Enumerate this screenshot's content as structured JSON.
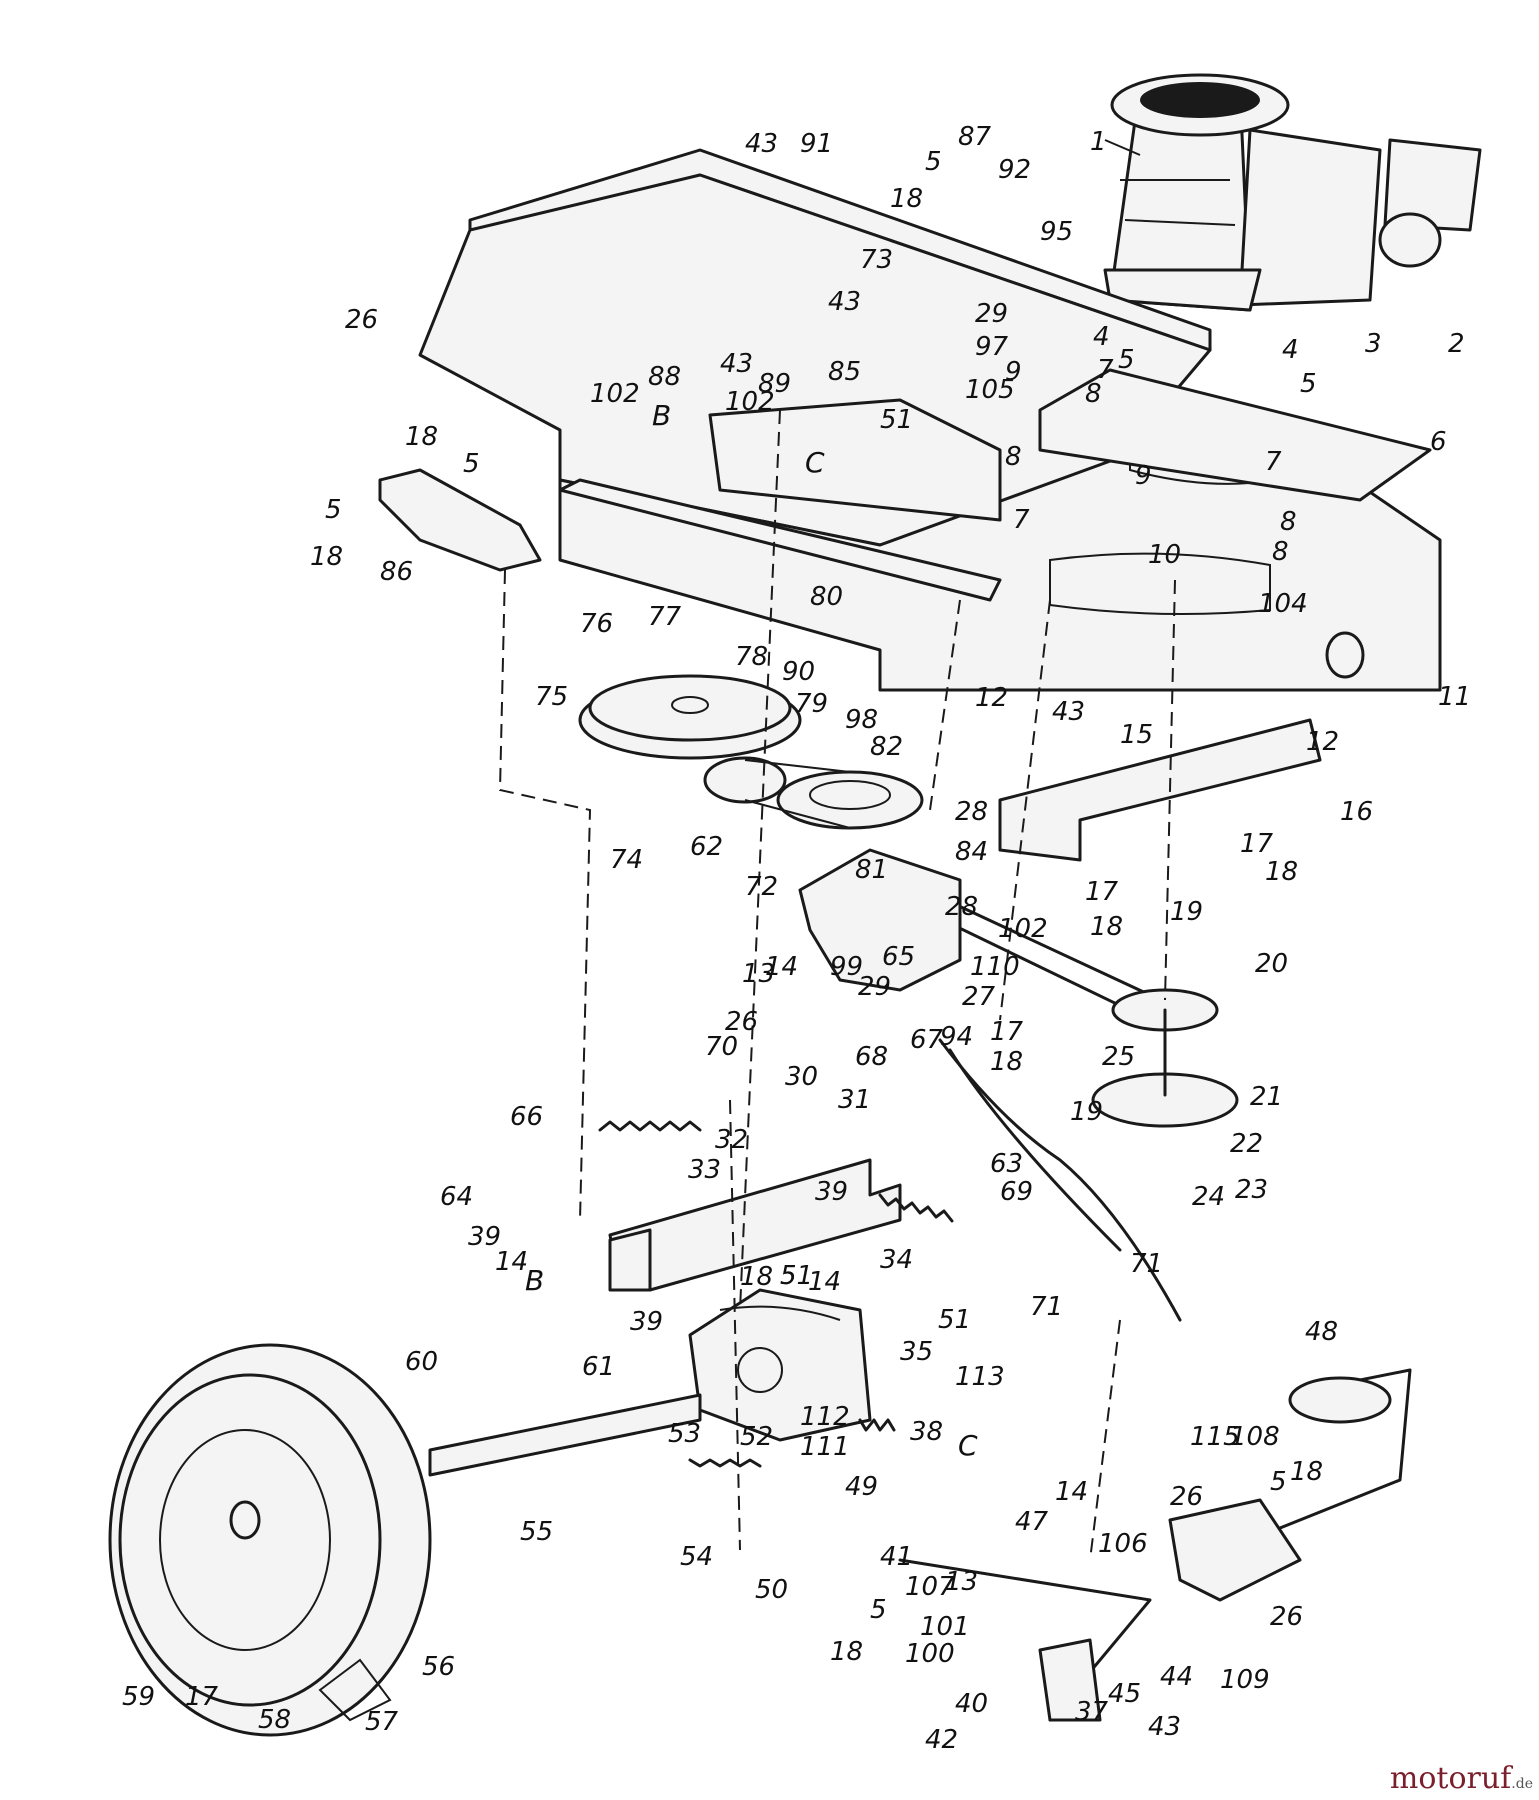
{
  "watermark": {
    "brand": "motoruf",
    "tld": ".de"
  },
  "labels": {
    "c1": "1",
    "c2": "2",
    "c3": "3",
    "c4a": "4",
    "c4b": "4",
    "c5a": "5",
    "c5b": "5",
    "c5c": "5",
    "c5d": "5",
    "c5e": "5",
    "c5f": "5",
    "c5g": "5",
    "c6": "6",
    "c7a": "7",
    "c7b": "7",
    "c7c": "7",
    "c8a": "8",
    "c8b": "8",
    "c8c": "8",
    "c8d": "8",
    "c9a": "9",
    "c9b": "9",
    "c10": "10",
    "c11": "11",
    "c12a": "12",
    "c12b": "12",
    "c13a": "13",
    "c13b": "13",
    "c14a": "14",
    "c14b": "14",
    "c14c": "14",
    "c15": "15",
    "c16": "16",
    "c17a": "17",
    "c17b": "17",
    "c17c": "17",
    "c17d": "17",
    "c18a": "18",
    "c18b": "18",
    "c18c": "18",
    "c18d": "18",
    "c18e": "18",
    "c18f": "18",
    "c18g": "18",
    "c18h": "18",
    "c18i": "18",
    "c19a": "19",
    "c19b": "19",
    "c20": "20",
    "c21": "21",
    "c22": "22",
    "c23": "23",
    "c24": "24",
    "c25": "25",
    "c26a": "26",
    "c26b": "26",
    "c26c": "26",
    "c26d": "26",
    "c27": "27",
    "c28a": "28",
    "c28b": "28",
    "c29a": "29",
    "c29b": "29",
    "c30": "30",
    "c31": "31",
    "c32": "32",
    "c33": "33",
    "c34": "34",
    "c35": "35",
    "c37": "37",
    "c38": "38",
    "c39a": "39",
    "c39b": "39",
    "c39c": "39",
    "c40": "40",
    "c41": "41",
    "c42": "42",
    "c43a": "43",
    "c43b": "43",
    "c43c": "43",
    "c43d": "43",
    "c43e": "43",
    "c44": "44",
    "c45": "45",
    "c47": "47",
    "c48": "48",
    "c49": "49",
    "c50": "50",
    "c51a": "51",
    "c51b": "51",
    "c51c": "51",
    "c52": "52",
    "c53": "53",
    "c54": "54",
    "c55": "55",
    "c56": "56",
    "c57": "57",
    "c58": "58",
    "c59": "59",
    "c60": "60",
    "c61": "61",
    "c62": "62",
    "c63": "63",
    "c64": "64",
    "c65": "65",
    "c66": "66",
    "c67": "67",
    "c68": "68",
    "c69": "69",
    "c70": "70",
    "c71a": "71",
    "c71b": "71",
    "c72": "72",
    "c73": "73",
    "c74": "74",
    "c75": "75",
    "c76": "76",
    "c77": "77",
    "c78": "78",
    "c79": "79",
    "c80": "80",
    "c81": "81",
    "c82": "82",
    "c84": "84",
    "c85": "85",
    "c86": "86",
    "c87": "87",
    "c88": "88",
    "c89": "89",
    "c90": "90",
    "c91": "91",
    "c92": "92",
    "c94": "94",
    "c95": "95",
    "c97": "97",
    "c98": "98",
    "c99": "99",
    "c100": "100",
    "c101": "101",
    "c102a": "102",
    "c102b": "102",
    "c102c": "102",
    "c104": "104",
    "c105": "105",
    "c106": "106",
    "c107": "107",
    "c108": "108",
    "c109": "109",
    "c110": "110",
    "c111": "111",
    "c112": "112",
    "c113": "113",
    "c115": "115",
    "refB1": "B",
    "refB2": "B",
    "refC1": "C",
    "refC2": "C"
  }
}
